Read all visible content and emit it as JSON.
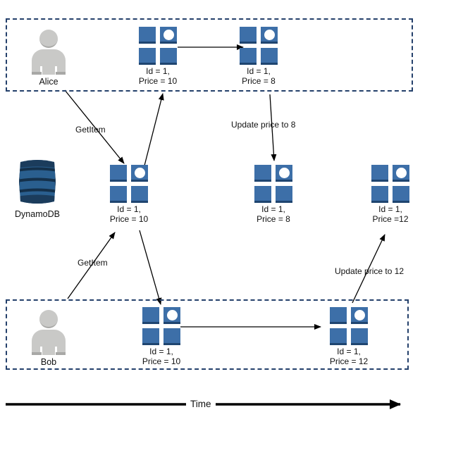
{
  "diagram": {
    "title": "DynamoDB optimistic concurrency timeline",
    "colors": {
      "item_blue": "#3d6fa8",
      "item_shadow": "#1f4570",
      "lane_border": "#24406b",
      "actor_gray": "#c9c9c7",
      "dynamo_dark": "#1b3c5c",
      "dynamo_mid": "#2a5f8f",
      "arrow": "#000000"
    }
  },
  "lanes": [
    {
      "name": "alice-lane"
    },
    {
      "name": "bob-lane"
    }
  ],
  "actors": [
    {
      "name": "alice",
      "label": "Alice"
    },
    {
      "name": "bob",
      "label": "Bob"
    }
  ],
  "datastore": {
    "label": "DynamoDB",
    "icon": "dynamodb-icon"
  },
  "items": [
    {
      "id": "alice-item-1",
      "label": "Id = 1,\nPrice = 10",
      "dot": true
    },
    {
      "id": "alice-item-2",
      "label": "Id = 1,\nPrice = 8",
      "dot": true
    },
    {
      "id": "db-item-1",
      "label": "Id = 1,\nPrice = 10",
      "dot": true
    },
    {
      "id": "db-item-2",
      "label": "Id = 1,\nPrice = 8",
      "dot": true
    },
    {
      "id": "db-item-3",
      "label": "Id = 1,\nPrice =12",
      "dot": true
    },
    {
      "id": "bob-item-1",
      "label": "Id = 1,\nPrice = 10",
      "dot": true
    },
    {
      "id": "bob-item-2",
      "label": "Id = 1,\nPrice = 12",
      "dot": true
    }
  ],
  "edge_labels": [
    {
      "name": "alice-getitem-label",
      "text": "GetItem"
    },
    {
      "name": "bob-getitem-label",
      "text": "GetItem"
    },
    {
      "name": "alice-update-label",
      "text": "Update price to 8"
    },
    {
      "name": "bob-update-label",
      "text": "Update price to 12"
    }
  ],
  "axis": {
    "label": "Time"
  }
}
